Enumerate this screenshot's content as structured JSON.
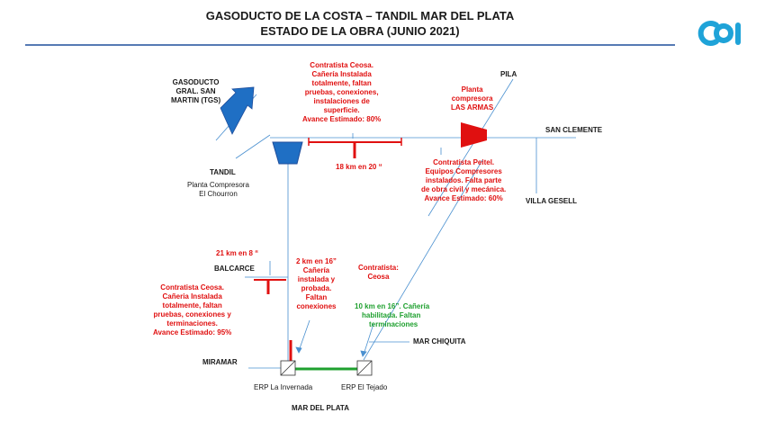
{
  "header": {
    "title_line1": "GASODUCTO DE LA COSTA – TANDIL MAR DEL PLATA",
    "title_line2": "ESTADO DE LA OBRA (JUNIO 2021)"
  },
  "logo": {
    "icon": "ca-logo-icon",
    "color": "#1fa3d8"
  },
  "colors": {
    "pipeline": "#1f4e9c",
    "line": "#4a90d0",
    "alert": "#e01010",
    "done": "#1fa02f"
  },
  "places": {
    "gasoducto_line1": "GASODUCTO",
    "gasoducto_line2": "GRAL. SAN",
    "gasoducto_line3": "MARTIN (TGS)",
    "tandil": "TANDIL",
    "planta_chourron_line1": "Planta Compresora",
    "planta_chourron_line2": "El Chourron",
    "pila": "PILA",
    "san_clemente": "SAN CLEMENTE",
    "villa_gesell": "VILLA GESELL",
    "balcarce": "BALCARCE",
    "miramar": "MIRAMAR",
    "mar_chiquita": "MAR CHIQUITA",
    "mar_del_plata": "MAR DEL PLATA",
    "erp_invernada": "ERP La Invernada",
    "erp_tejado": "ERP El Tejado"
  },
  "notes": {
    "ceosa_top": [
      "Contratista Ceosa.",
      "Cañería Instalada",
      "totalmente, faltan",
      "pruebas,  conexiones,",
      "instalaciones de",
      "superficie.",
      "Avance Estimado: 80%"
    ],
    "tramo_18km": "18 km en 20 “",
    "planta_armas": [
      "Planta",
      "compresora",
      "LAS ARMAS"
    ],
    "peitel": [
      "Contratista Peitel.",
      "Equipos Compresores",
      "instalados.  Falta parte",
      "de obra civil y mecánica.",
      "Avance Estimado: 60%"
    ],
    "tramo_21km": "21 km en 8 “",
    "ceosa_left": [
      "Contratista Ceosa.",
      "Cañeria Instalada",
      "totalmente, faltan",
      "pruebas, conexiones y",
      "terminaciones.",
      "Avance Estimado: 95%"
    ],
    "tramo_2km": [
      "2 km en 16”",
      "Cañería",
      "instalada y",
      "probada.",
      "Faltan",
      "conexiones"
    ],
    "contratista_ceosa": [
      "Contratista:",
      "Ceosa"
    ],
    "tramo_10km": "10 km en 16”. Cañería",
    "tramo_10km_rest": [
      "habilitada.  Faltan",
      "terminaciones"
    ]
  }
}
